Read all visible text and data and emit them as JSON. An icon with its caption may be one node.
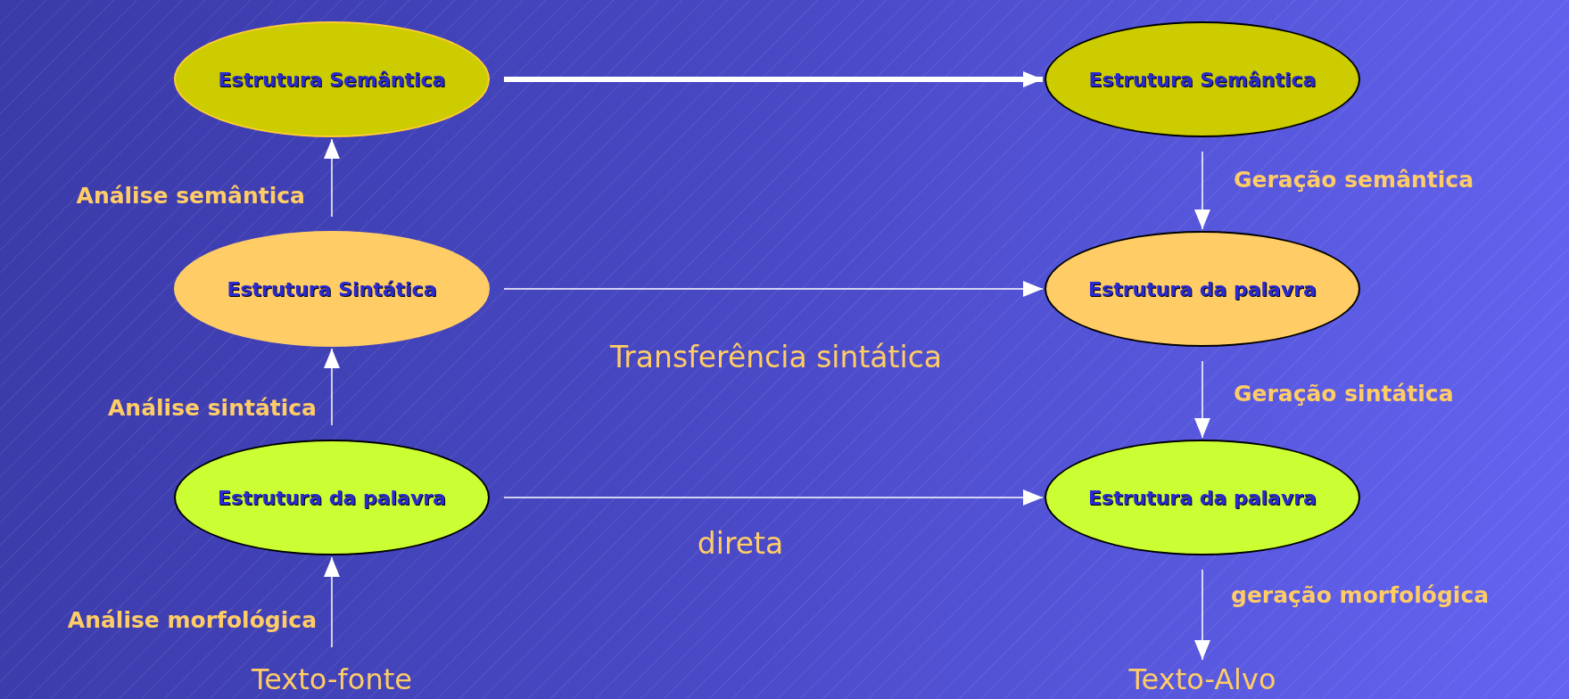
{
  "diagram": {
    "nodes": [
      {
        "text": [
          "Estrutura Semântica"
        ]
      },
      {
        "text": [
          "Estrutura Sintática"
        ]
      },
      {
        "text": [
          "Estrutura da palavra"
        ]
      },
      {
        "text": [
          "Texto-fonte"
        ]
      },
      {
        "text": [
          "Estrutura Semântica"
        ]
      },
      {
        "text": [
          "Estrutura da palavra"
        ]
      },
      {
        "text": [
          "Estrutura da palavra"
        ]
      },
      {
        "text": [
          "Texto-Alvo"
        ]
      }
    ],
    "edges": [
      {
        "from": 3,
        "to": 2,
        "arrow": "to",
        "label": "Análise morfológica"
      },
      {
        "from": 2,
        "to": 1,
        "arrow": "to",
        "label": "Análise sintática"
      },
      {
        "from": 1,
        "to": 0,
        "arrow": "to",
        "label": "Análise semântica"
      },
      {
        "from": 0,
        "to": 4,
        "arrow": "to",
        "style": "thick"
      },
      {
        "from": 1,
        "to": 5,
        "arrow": "to",
        "label": "Transferência sintática"
      },
      {
        "from": 2,
        "to": 6,
        "arrow": "to",
        "label": "direta"
      },
      {
        "from": 4,
        "to": 5,
        "arrow": "to",
        "label": "Geração semântica"
      },
      {
        "from": 5,
        "to": 6,
        "arrow": "to",
        "label": "Geração sintática"
      },
      {
        "from": 6,
        "to": 7,
        "arrow": "to",
        "label": "geração morfológica"
      }
    ]
  }
}
